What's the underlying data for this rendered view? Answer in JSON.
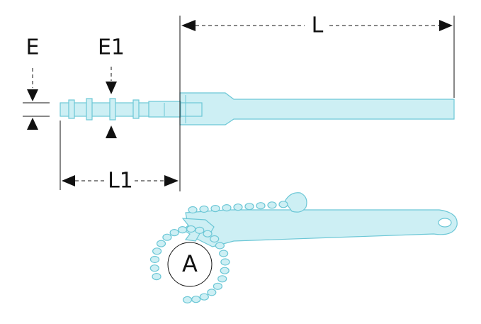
{
  "labels": {
    "length": "L",
    "length_head": "L1",
    "thickness": "E",
    "thickness_head": "E1",
    "capacity": "A"
  },
  "colors": {
    "part_fill": "#cdeff4",
    "part_stroke": "#6cc7d6",
    "dimension_lines": "#111111"
  }
}
